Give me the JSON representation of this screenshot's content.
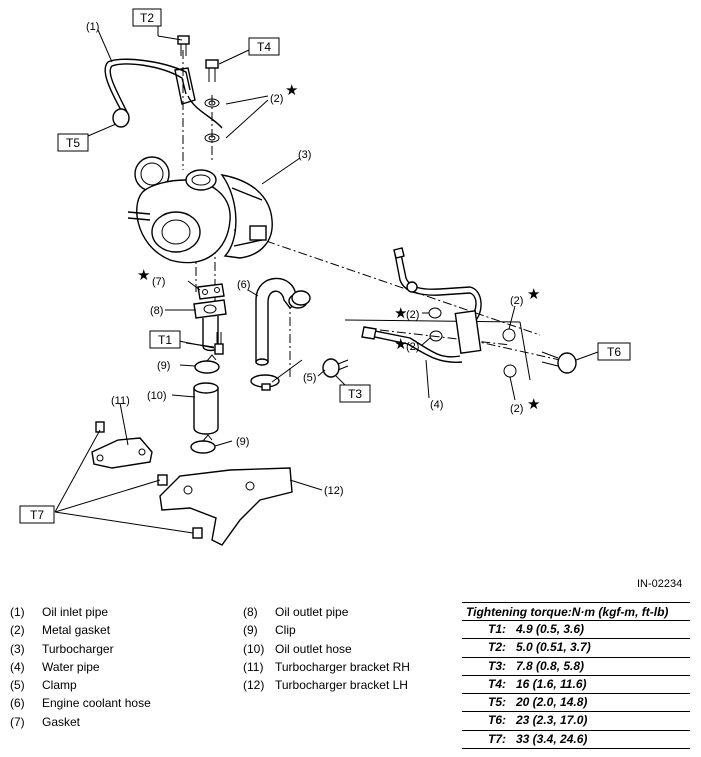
{
  "image_id": "IN-02234",
  "callouts": {
    "c1": "(1)",
    "c2a": "(2)",
    "c2b": "(2)",
    "c2c": "(2)",
    "c2d": "(2)",
    "c2e": "(2)",
    "c3": "(3)",
    "c4": "(4)",
    "c5": "(5)",
    "c6": "(6)",
    "c7": "(7)",
    "c8": "(8)",
    "c9a": "(9)",
    "c9b": "(9)",
    "c10": "(10)",
    "c11": "(11)",
    "c12": "(12)"
  },
  "torque_tags": {
    "T1": "T1",
    "T2": "T2",
    "T3": "T3",
    "T4": "T4",
    "T5": "T5",
    "T6": "T6",
    "T7": "T7"
  },
  "star_symbol": "★",
  "legend": [
    {
      "num": "(1)",
      "label": "Oil inlet pipe"
    },
    {
      "num": "(2)",
      "label": "Metal gasket"
    },
    {
      "num": "(3)",
      "label": "Turbocharger"
    },
    {
      "num": "(4)",
      "label": "Water pipe"
    },
    {
      "num": "(5)",
      "label": "Clamp"
    },
    {
      "num": "(6)",
      "label": "Engine coolant hose"
    },
    {
      "num": "(7)",
      "label": "Gasket"
    },
    {
      "num": "(8)",
      "label": "Oil outlet pipe"
    },
    {
      "num": "(9)",
      "label": "Clip"
    },
    {
      "num": "(10)",
      "label": "Oil outlet hose"
    },
    {
      "num": "(11)",
      "label": "Turbocharger bracket RH"
    },
    {
      "num": "(12)",
      "label": "Turbocharger bracket LH"
    }
  ],
  "torque_table": {
    "header": "Tightening torque:N·m (kgf-m, ft-lb)",
    "rows": [
      {
        "tag": "T1:",
        "value": "4.9 (0.5, 3.6)"
      },
      {
        "tag": "T2:",
        "value": "5.0 (0.51, 3.7)"
      },
      {
        "tag": "T3:",
        "value": "7.8 (0.8, 5.8)"
      },
      {
        "tag": "T4:",
        "value": "16 (1.6, 11.6)"
      },
      {
        "tag": "T5:",
        "value": "20 (2.0, 14.8)"
      },
      {
        "tag": "T6:",
        "value": "23 (2.3, 17.0)"
      },
      {
        "tag": "T7:",
        "value": "33 (3.4, 24.6)"
      }
    ]
  }
}
